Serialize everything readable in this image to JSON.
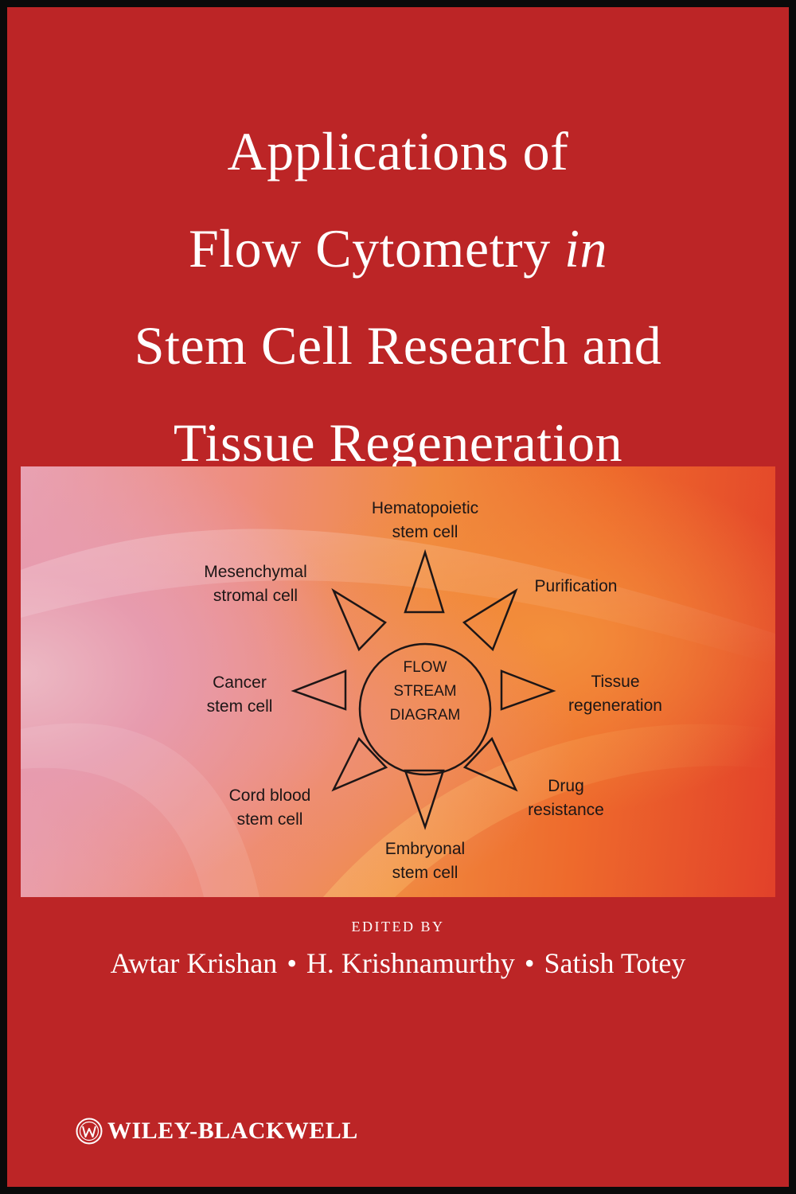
{
  "cover": {
    "title_lines": [
      "Applications of",
      "Flow Cytometry",
      "in",
      "Stem Cell Research and",
      "Tissue Regeneration"
    ],
    "diagram": {
      "center_lines": [
        "FLOW",
        "STREAM",
        "DIAGRAM"
      ],
      "labels": {
        "hematopoietic": [
          "Hematopoietic",
          "stem cell"
        ],
        "purification": [
          "Purification"
        ],
        "tissue": [
          "Tissue",
          "regeneration"
        ],
        "drug": [
          "Drug",
          "resistance"
        ],
        "embryonal": [
          "Embryonal",
          "stem cell"
        ],
        "cord": [
          "Cord blood",
          "stem cell"
        ],
        "cancer": [
          "Cancer",
          "stem cell"
        ],
        "mesenchymal": [
          "Mesenchymal",
          "stromal cell"
        ]
      }
    },
    "edited_by": "EDITED BY",
    "editors": [
      "Awtar Krishan",
      "H. Krishnamurthy",
      "Satish Totey"
    ],
    "separator": "•",
    "publisher": "WILEY-BLACKWELL",
    "publisher_logo_icon": "wiley-seal-icon",
    "colors": {
      "background": "#bc2526",
      "border": "#0a0a0a",
      "text": "#ffffff",
      "diagram_ink": "#1d1616"
    }
  }
}
